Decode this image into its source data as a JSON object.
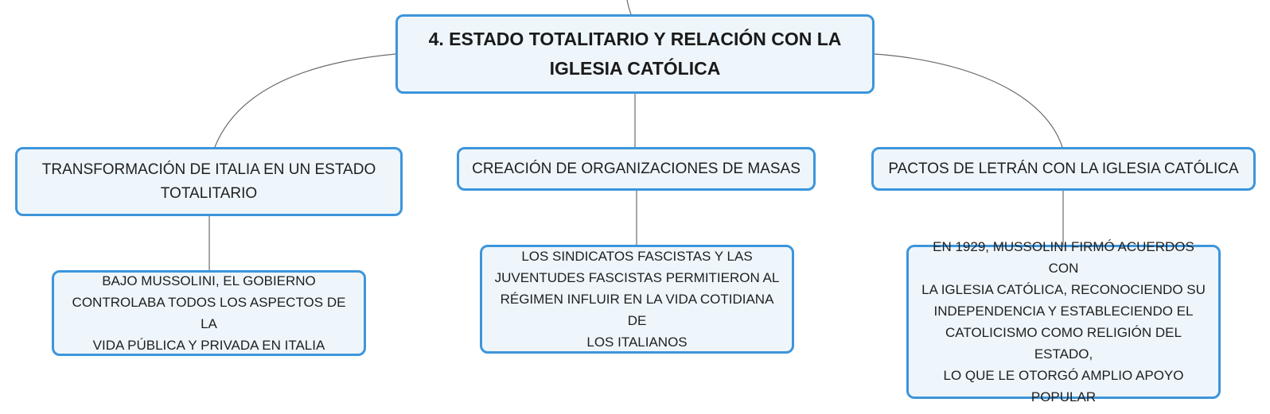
{
  "diagram": {
    "root": {
      "text": "4. ESTADO TOTALITARIO Y RELACIÓN CON LA\nIGLESIA CATÓLICA"
    },
    "branches": [
      {
        "text": "TRANSFORMACIÓN DE ITALIA EN UN ESTADO\nTOTALITARIO",
        "detail": "BAJO MUSSOLINI, EL GOBIERNO\nCONTROLABA TODOS LOS ASPECTOS DE LA\nVIDA PÚBLICA Y PRIVADA EN ITALIA"
      },
      {
        "text": "CREACIÓN DE ORGANIZACIONES DE MASAS",
        "detail": "LOS SINDICATOS FASCISTAS Y LAS\nJUVENTUDES FASCISTAS PERMITIERON AL\nRÉGIMEN INFLUIR EN LA VIDA COTIDIANA DE\nLOS ITALIANOS"
      },
      {
        "text": "PACTOS DE LETRÁN CON LA IGLESIA CATÓLICA",
        "detail": "EN 1929, MUSSOLINI FIRMÓ ACUERDOS CON\nLA IGLESIA CATÓLICA, RECONOCIENDO SU\nINDEPENDENCIA Y ESTABLECIENDO EL\nCATOLICISMO COMO RELIGIÓN DEL ESTADO,\nLO QUE LE OTORGÓ AMPLIO APOYO\nPOPULAR"
      }
    ],
    "colors": {
      "node_border": "#3d95db",
      "node_fill": "#eef6fc",
      "connector": "#6b6b6b",
      "text": "#1f1f1f"
    }
  }
}
